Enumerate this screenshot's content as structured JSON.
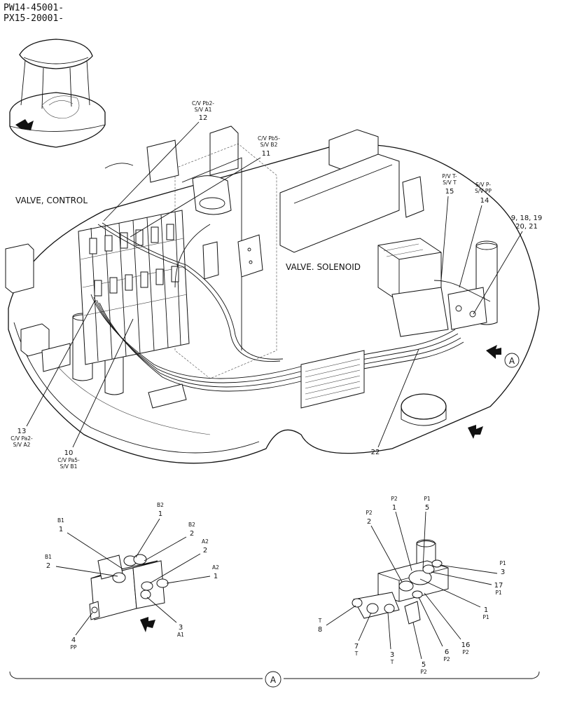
{
  "header": {
    "line1": "PW14-45001-",
    "line2": "PX15-20001-"
  },
  "labels": {
    "valve_control": "VALVE, CONTROL",
    "valve_solenoid": "VALVE. SOLENOID",
    "view_a": "A"
  },
  "callouts": {
    "c12": {
      "num": "12",
      "l1": "C/V Pb2-",
      "l2": "S/V A1"
    },
    "c11": {
      "num": "11",
      "l1": "C/V Pb5-",
      "l2": "S/V B2"
    },
    "c15": {
      "num": "15",
      "l1": "P/V T-",
      "l2": "S/V T"
    },
    "c14": {
      "num": "14",
      "l1": "S/V P-",
      "l2": "S/V PP"
    },
    "c9": {
      "l1": "9, 18, 19",
      "l2": "20, 21"
    },
    "c13": {
      "num": "13",
      "l1": "C/V Pa2-",
      "l2": "S/V A2"
    },
    "c10": {
      "num": "10",
      "l1": "C/V Pa5-",
      "l2": "S/V B1"
    },
    "c22": {
      "num": "22"
    }
  },
  "left_detail": {
    "b2_1": {
      "tag": "B2",
      "num": "1"
    },
    "b1_1": {
      "tag": "B1",
      "num": "1"
    },
    "b2_2": {
      "tag": "B2",
      "num": "2"
    },
    "a2_2": {
      "tag": "A2",
      "num": "2"
    },
    "b1_2": {
      "tag": "B1",
      "num": "2"
    },
    "a2_1": {
      "tag": "A2",
      "num": "1"
    },
    "a1_3": {
      "num": "3",
      "tag": "A1"
    },
    "pp_4": {
      "num": "4",
      "tag": "PP"
    }
  },
  "right_detail": {
    "p2_1": {
      "tag": "P2",
      "num": "1"
    },
    "p1_5": {
      "tag": "P1",
      "num": "5"
    },
    "p2_2": {
      "tag": "P2",
      "num": "2"
    },
    "p1_3": {
      "tag": "P1",
      "num": "3"
    },
    "p1_17": {
      "num": "17",
      "tag": "P1"
    },
    "p1_1": {
      "num": "1",
      "tag": "P1"
    },
    "t_8": {
      "tag": "T",
      "num": "8"
    },
    "t_7": {
      "num": "7",
      "tag": "T"
    },
    "t_3": {
      "num": "3",
      "tag": "T"
    },
    "p2_6": {
      "num": "6",
      "tag": "P2"
    },
    "p2_16": {
      "num": "16",
      "tag": "P2"
    },
    "p2_5": {
      "num": "5",
      "tag": "P2"
    }
  }
}
